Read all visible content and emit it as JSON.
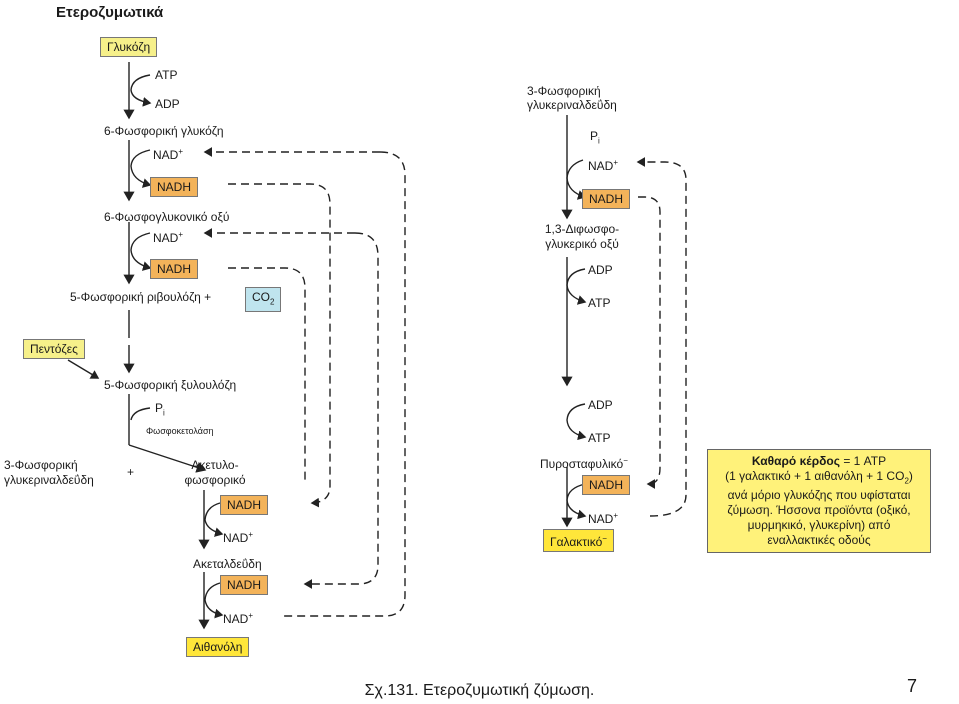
{
  "diagram": {
    "title": "Ετεροζυμωτικά",
    "left": {
      "glucose": "Γλυκόζη",
      "atp1": "ATP",
      "adp1": "ADP",
      "g6p": "6-Φωσφορική γλυκόζη",
      "nad1": "NAD",
      "nadh1": "NADH",
      "pg6": "6-Φωσφογλυκονικό οξύ",
      "nad2": "NAD",
      "nadh2": "NADH",
      "ribulose": "5-Φωσφορική ριβουλόζη +",
      "co2": "CO",
      "pentoses": "Πεντόζες",
      "xylulose": "5-Φωσφορική ξυλουλόζη",
      "pi": "P",
      "phosphoketolase": "Φωσφοκετολάση",
      "g3p_line1": "3-Φωσφορική",
      "g3p_line2": "γλυκεριναλδεΰδη",
      "plus": "+",
      "acetylp_line1": "Ακετυλο-",
      "acetylp_line2": "φωσφορικό",
      "nadh3": "NADH",
      "nad3": "NAD",
      "acetaldehyde": "Ακεταλδεΰδη",
      "nadh4": "NADH",
      "nad4": "NAD",
      "ethanol": "Αιθανόλη"
    },
    "right": {
      "g3p_line1": "3-Φωσφορική",
      "g3p_line2": "γλυκεριναλδεΰδη",
      "pi": "P",
      "nad1": "NAD",
      "nadh1": "NADH",
      "bpg_line1": "1,3-Διφωσφο-",
      "bpg_line2": "γλυκερικό οξύ",
      "adp1": "ADP",
      "atp1": "ATP",
      "adp2": "ADP",
      "atp2": "ATP",
      "pyruvate": "Πυροσταφυλικό",
      "nadh2": "NADH",
      "nad2": "NAD",
      "lactate": "Γαλακτικό"
    },
    "net_gain": {
      "label": "Καθαρό κέρδος",
      "value": " = 1 ATP",
      "line2": "(1 γαλακτικό + 1 αιθανόλη + 1 CO",
      "line3": "ανά μόριο γλυκόζης που υφίσταται",
      "line4": "ζύμωση. Ήσσονα προϊόντα (οξικό,",
      "line5": "μυρμηκικό, γλυκερίνη) από",
      "line6": "εναλλακτικές οδούς"
    }
  },
  "caption": "Σχ.131. Ετεροζυμωτική ζύμωση.",
  "page_number": "7",
  "colors": {
    "highlight_yellow": "#f6f08a",
    "nadh_orange": "#f3b35a",
    "co2_blue": "#bfe4ee",
    "product_gold": "#ffe63a",
    "net_box_yellow": "#fff27a"
  }
}
